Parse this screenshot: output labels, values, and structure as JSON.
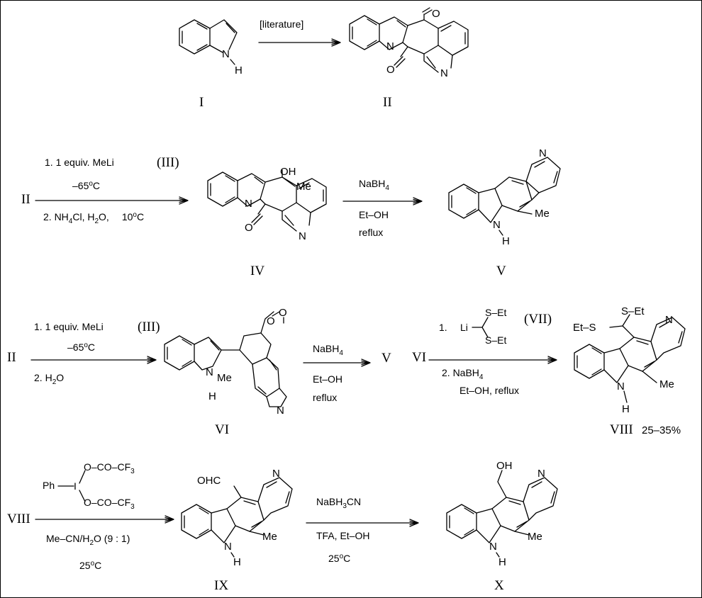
{
  "compounds": {
    "I": "I",
    "II": "II",
    "IV": "IV",
    "V": "V",
    "VI": "VI",
    "VIII": "VIII",
    "IX": "IX",
    "X": "X",
    "viii_yield": "25–35%"
  },
  "atoms": {
    "N": "N",
    "H": "H",
    "O": "O",
    "OH": "OH",
    "Me": "Me",
    "OHC": "OHC",
    "Ph": "Ph",
    "I": "I",
    "Li": "Li",
    "S_Et": "S–Et",
    "Et_S": "Et–S",
    "O_CO_CF3": "O–CO–CF",
    "sub3": "3",
    "dash": "–",
    "Me_lone": "Me"
  },
  "step1": {
    "reagent": "[literature]"
  },
  "step2": {
    "start": "II",
    "line1": "1. 1 equiv. MeLi",
    "line1_ref": "(III)",
    "line2": "–65",
    "line3a": "2. NH",
    "line3b": "Cl, H",
    "line3c": "O,",
    "line3d": "10",
    "sub4": "4",
    "sub2": "2",
    "deg": "o",
    "C": "C"
  },
  "step3": {
    "reagent1": "NaBH",
    "sub4": "4",
    "reagent2": "Et–OH",
    "reagent3": "reflux"
  },
  "step4": {
    "start": "II",
    "line1": "1. 1 equiv. MeLi",
    "line1_ref": "(III)",
    "line2": "–65",
    "line3a": "2. H",
    "line3b": "O",
    "sub2": "2",
    "deg": "o",
    "C": "C"
  },
  "step5": {
    "reagent1": "NaBH",
    "sub4": "4",
    "reagent2": "Et–OH",
    "reagent3": "reflux",
    "product": "V"
  },
  "step6": {
    "start": "VI",
    "line1": "1.",
    "line1_ref": "(VII)",
    "line2a": "2. NaBH",
    "sub4": "4",
    "line3": "Et–OH,  reflux"
  },
  "step7": {
    "start": "VIII",
    "line1a": "Me–CN/H",
    "sub2": "2",
    "line1b": "O (9 : 1)",
    "line2": "25",
    "deg": "o",
    "C": "C"
  },
  "step8": {
    "reagent1a": "NaBH",
    "sub3": "3",
    "reagent1b": "CN",
    "reagent2": "TFA,  Et–OH",
    "reagent3": "25",
    "deg": "o",
    "C": "C"
  }
}
